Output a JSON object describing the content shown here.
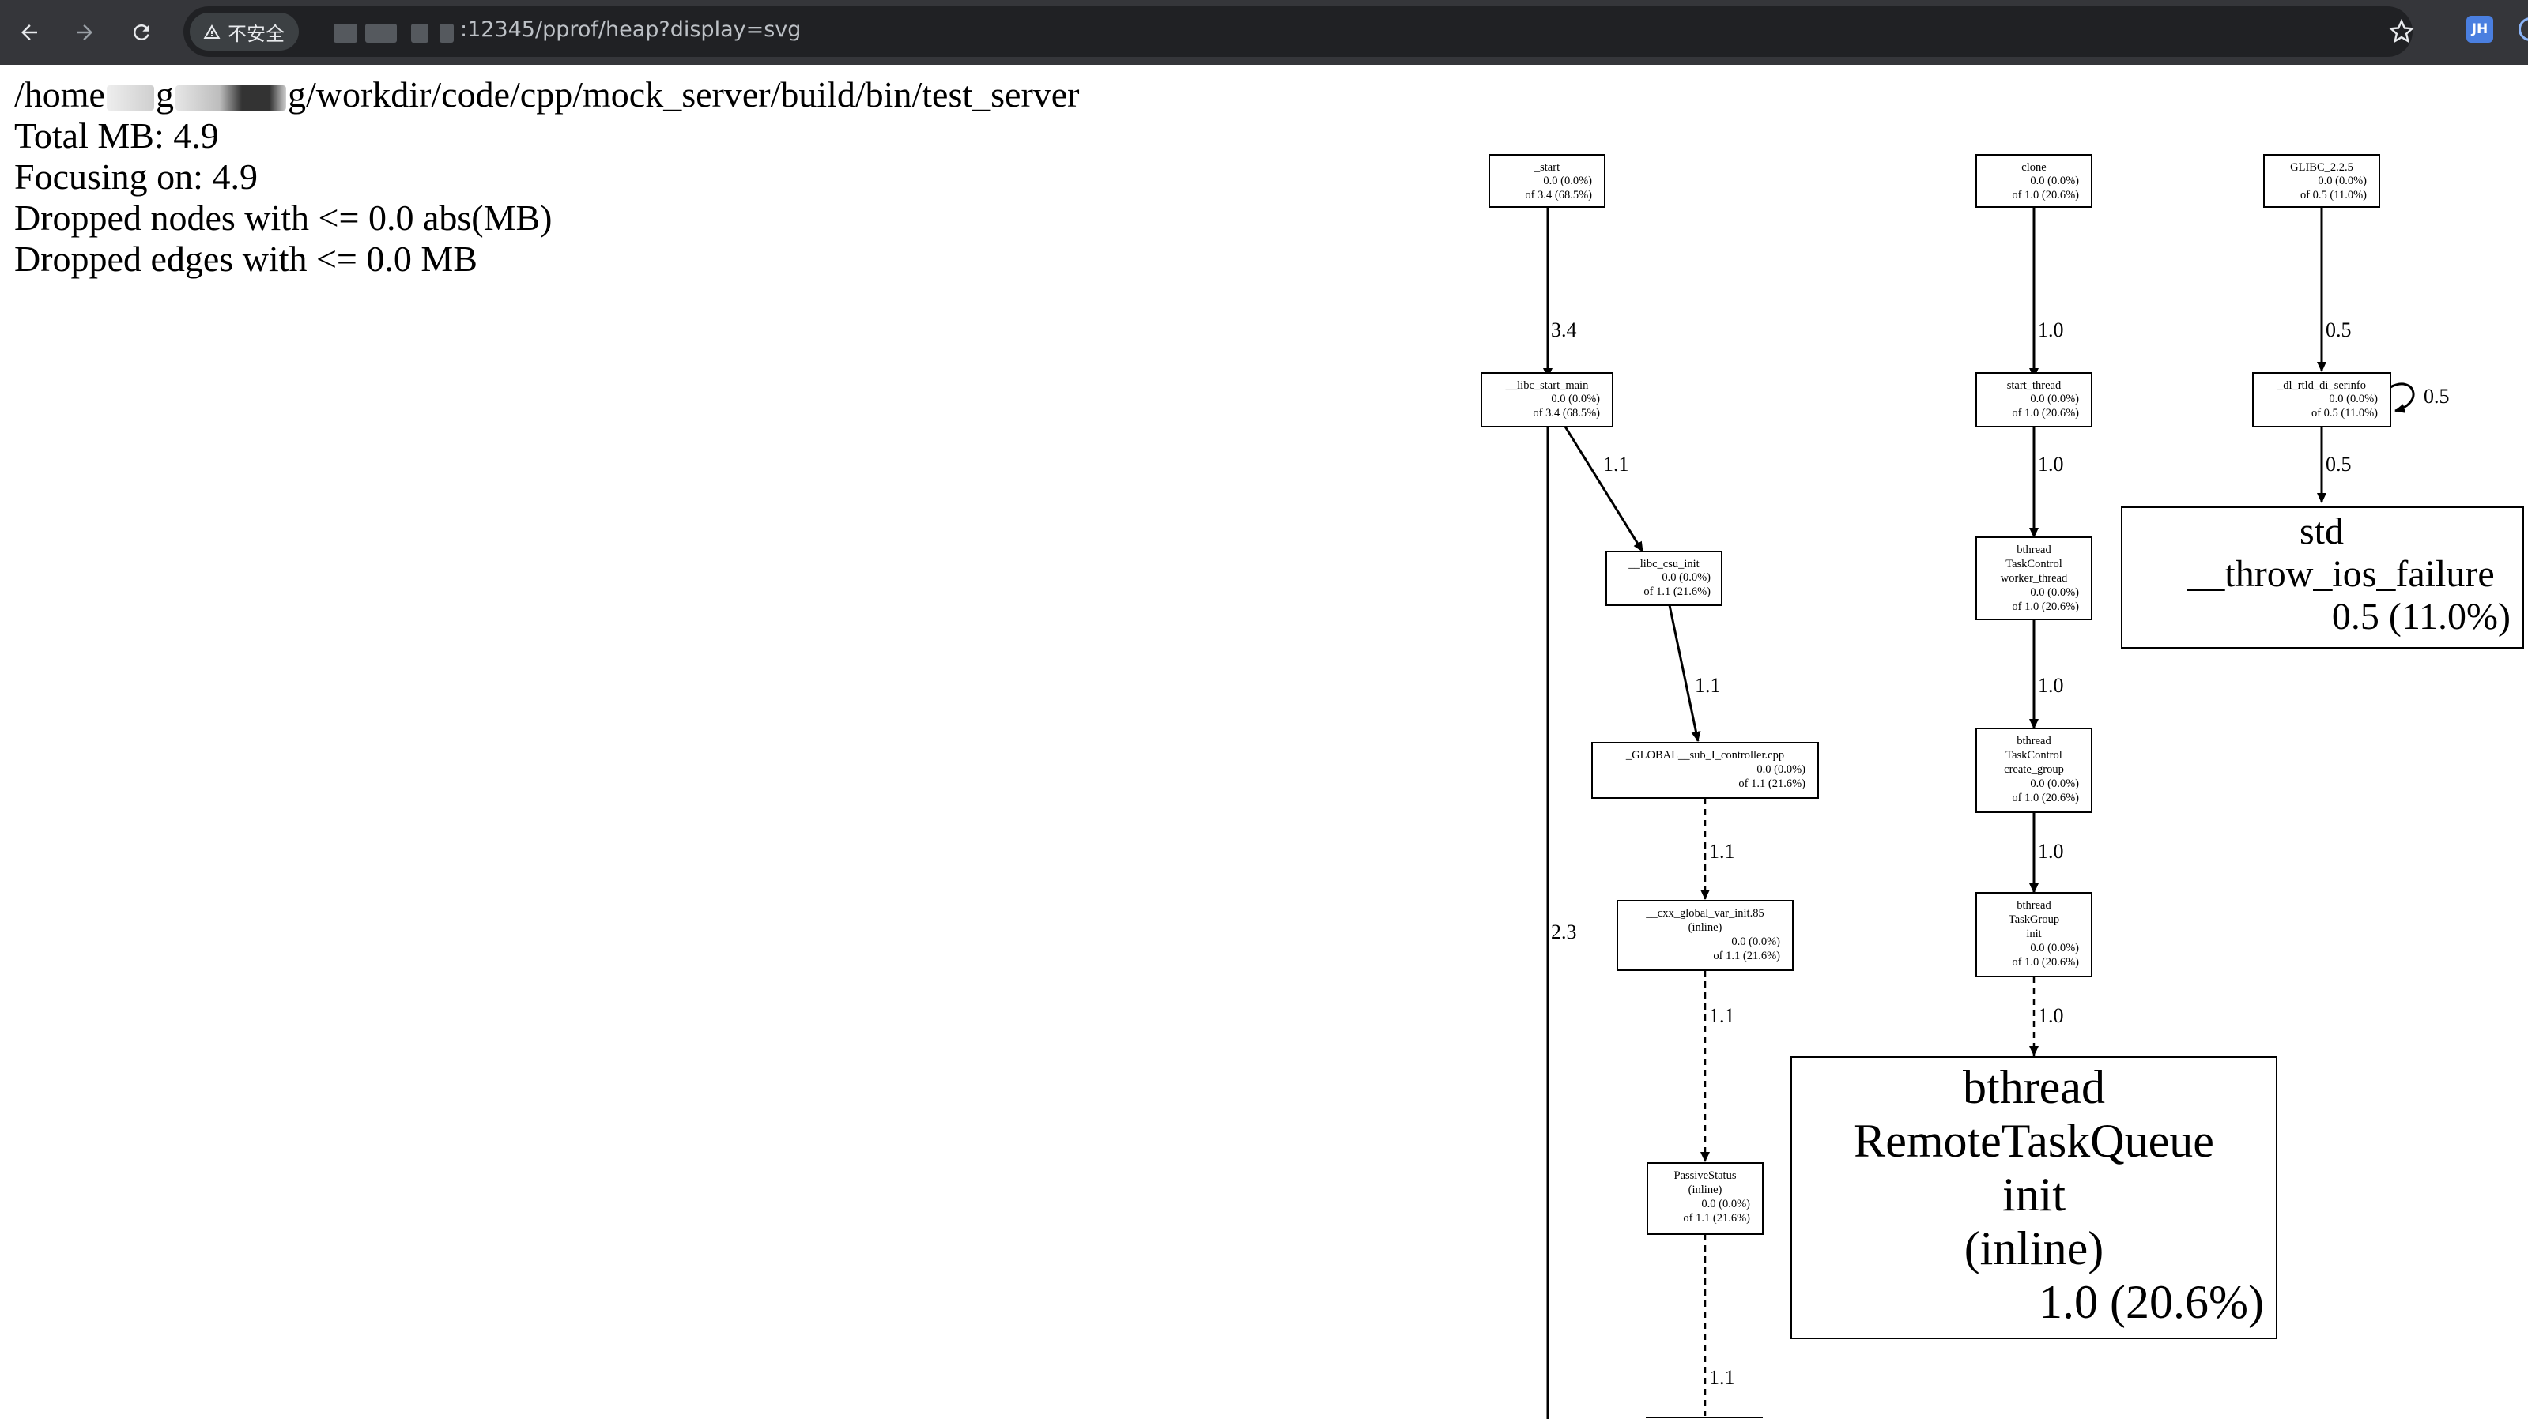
{
  "browser": {
    "security_label": "不安全",
    "url": ":12345/pprof/heap?display=svg",
    "profile_initials": "JH"
  },
  "header": {
    "path_prefix": "/home",
    "path_fragment_1": "g",
    "path_fragment_2": "g",
    "path_suffix": "/workdir/code/cpp/mock_server/build/bin/test_server",
    "total": "Total MB: 4.9",
    "focusing": "Focusing on: 4.9",
    "dropped_nodes": "Dropped nodes with <= 0.0 abs(MB)",
    "dropped_edges": "Dropped edges with <= 0.0 MB"
  },
  "graph": {
    "nodes": {
      "start": {
        "l1": "_start",
        "l2": "0.0 (0.0%)",
        "l3": "of 3.4 (68.5%)"
      },
      "libc_start_main": {
        "l1": "__libc_start_main",
        "l2": "0.0 (0.0%)",
        "l3": "of 3.4 (68.5%)"
      },
      "libc_csu_init": {
        "l1": "__libc_csu_init",
        "l2": "0.0 (0.0%)",
        "l3": "of 1.1 (21.6%)"
      },
      "global_sub_i": {
        "l1": "_GLOBAL__sub_I_controller.cpp",
        "l2": "0.0 (0.0%)",
        "l3": "of 1.1 (21.6%)"
      },
      "cxx_global_var_init": {
        "l1": "__cxx_global_var_init.85",
        "l2": "(inline)",
        "l3": "0.0 (0.0%)",
        "l4": "of 1.1 (21.6%)"
      },
      "passive_status": {
        "l1": "PassiveStatus",
        "l2": "(inline)",
        "l3": "0.0 (0.0%)",
        "l4": "of 1.1 (21.6%)"
      },
      "clone": {
        "l1": "clone",
        "l2": "0.0 (0.0%)",
        "l3": "of 1.0 (20.6%)"
      },
      "start_thread": {
        "l1": "start_thread",
        "l2": "0.0 (0.0%)",
        "l3": "of 1.0 (20.6%)"
      },
      "worker_thread": {
        "l1": "bthread",
        "l2": "TaskControl",
        "l3": "worker_thread",
        "l4": "0.0 (0.0%)",
        "l5": "of 1.0 (20.6%)"
      },
      "create_group": {
        "l1": "bthread",
        "l2": "TaskControl",
        "l3": "create_group",
        "l4": "0.0 (0.0%)",
        "l5": "of 1.0 (20.6%)"
      },
      "taskgroup_init": {
        "l1": "bthread",
        "l2": "TaskGroup",
        "l3": "init",
        "l4": "0.0 (0.0%)",
        "l5": "of 1.0 (20.6%)"
      },
      "remote_task_queue": {
        "l1": "bthread",
        "l2": "RemoteTaskQueue",
        "l3": "init",
        "l4": "(inline)",
        "l5": "1.0 (20.6%)"
      },
      "glibc": {
        "l1": "GLIBC_2.2.5",
        "l2": "0.0 (0.0%)",
        "l3": "of 0.5 (11.0%)"
      },
      "dl_rtld": {
        "l1": "_dl_rtld_di_serinfo",
        "l2": "0.0 (0.0%)",
        "l3": "of 0.5 (11.0%)"
      },
      "throw_ios": {
        "l1": "std",
        "l2": "__throw_ios_failure",
        "l3": "0.5 (11.0%)"
      }
    },
    "edges": {
      "start_to_main": "3.4",
      "main_to_csu": "1.1",
      "csu_to_global": "1.1",
      "global_to_cxx": "1.1",
      "cxx_to_passive": "1.1",
      "passive_to_next": "1.1",
      "main_down": "2.3",
      "clone_to_start_thread": "1.0",
      "start_thread_to_worker": "1.0",
      "worker_to_create": "1.0",
      "create_to_init": "1.0",
      "init_to_remote": "1.0",
      "glibc_to_dl": "0.5",
      "dl_self": "0.5",
      "dl_to_throw": "0.5"
    }
  }
}
